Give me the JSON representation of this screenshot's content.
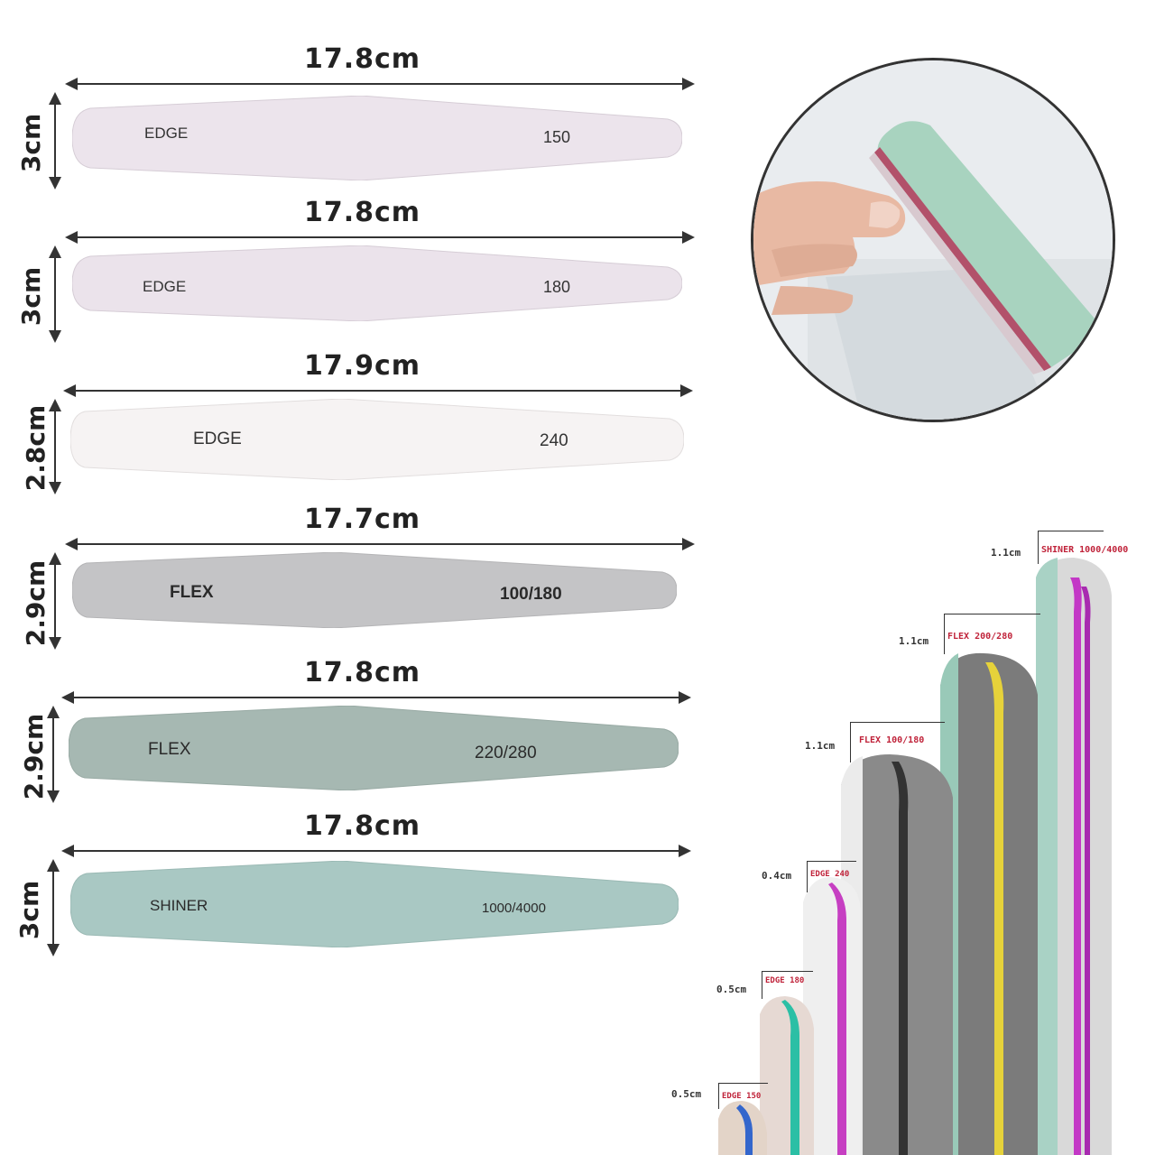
{
  "files": [
    {
      "length": "17.8cm",
      "width": "3cm",
      "name": "EDGE",
      "grit": "150",
      "color": "#ece4ec"
    },
    {
      "length": "17.8cm",
      "width": "3cm",
      "name": "EDGE",
      "grit": "180",
      "color": "#ebe3eb"
    },
    {
      "length": "17.9cm",
      "width": "2.8cm",
      "name": "EDGE",
      "grit": "240",
      "color": "#f6f3f3"
    },
    {
      "length": "17.7cm",
      "width": "2.9cm",
      "name": "FLEX",
      "grit": "100/180",
      "color": "#c4c4c6"
    },
    {
      "length": "17.8cm",
      "width": "2.9cm",
      "name": "FLEX",
      "grit": "220/280",
      "color": "#a6b8b2"
    },
    {
      "length": "17.8cm",
      "width": "3cm",
      "name": "SHINER",
      "grit": "1000/4000",
      "color": "#a9c8c3"
    }
  ],
  "thickness": [
    {
      "thickness": "0.5cm",
      "name": "EDGE 150"
    },
    {
      "thickness": "0.5cm",
      "name": "EDGE 180"
    },
    {
      "thickness": "0.4cm",
      "name": "EDGE 240"
    },
    {
      "thickness": "1.1cm",
      "name": "FLEX 100/180"
    },
    {
      "thickness": "1.1cm",
      "name": "FLEX 200/280"
    },
    {
      "thickness": "1.1cm",
      "name": "SHINER 1000/4000"
    }
  ]
}
